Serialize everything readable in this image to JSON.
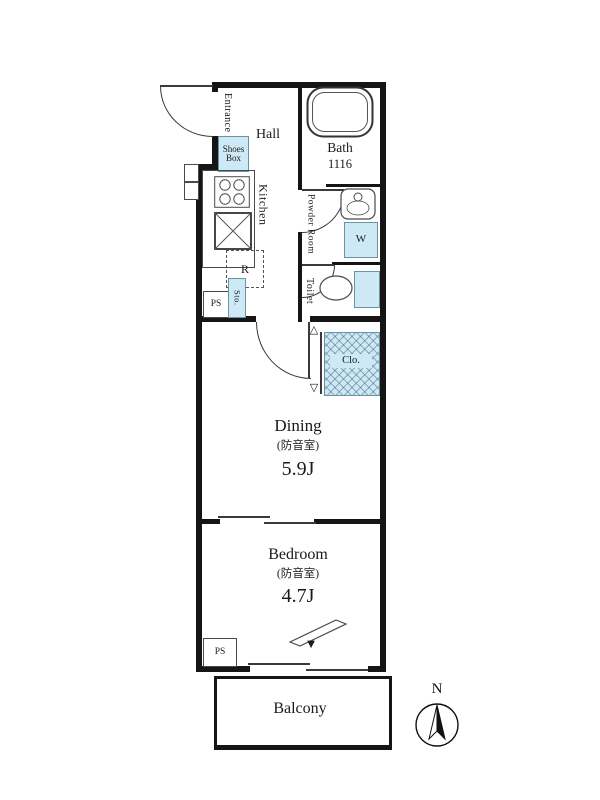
{
  "colors": {
    "wall": "#151515",
    "fixture_blue": "#cde9f5",
    "thin_line": "#3a3a3a"
  },
  "rooms": {
    "entrance": {
      "label": "Entrance"
    },
    "shoes_box": {
      "line1": "Shoes",
      "line2": "Box"
    },
    "hall": {
      "label": "Hall"
    },
    "bath": {
      "label": "Bath",
      "size": "1116"
    },
    "kitchen": {
      "label": "Kitchen"
    },
    "powder_room": {
      "label": "Powder Room"
    },
    "washer": {
      "label": "W"
    },
    "fridge": {
      "label": "R"
    },
    "toilet": {
      "label": "Toilet"
    },
    "storage": {
      "label": "Sto."
    },
    "pipe_space_top": {
      "label": "PS"
    },
    "closet": {
      "label": "Clo."
    },
    "dining": {
      "label": "Dining",
      "note": "(防音室)",
      "size": "5.9J"
    },
    "bedroom": {
      "label": "Bedroom",
      "note": "(防音室)",
      "size": "4.7J"
    },
    "pipe_space_bottom": {
      "label": "PS"
    },
    "balcony": {
      "label": "Balcony"
    }
  },
  "compass": {
    "label": "N"
  },
  "markers": {
    "closet_arrow_top": "△",
    "closet_arrow_bottom": "▽",
    "balcony_arrow": "▼"
  }
}
